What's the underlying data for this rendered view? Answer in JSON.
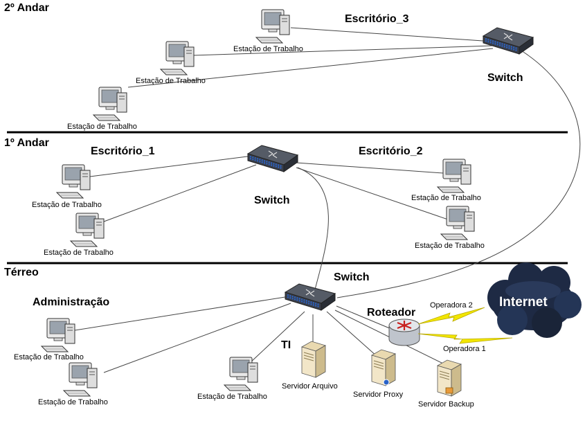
{
  "floors": {
    "second": "2º Andar",
    "first": "1º Andar",
    "ground": "Térreo"
  },
  "offices": {
    "escritorio3": "Escritório_3",
    "escritorio1": "Escritório_1",
    "escritorio2": "Escritório_2",
    "administracao": "Administração",
    "ti": "TI"
  },
  "devices": {
    "switch": "Switch",
    "workstation": "Estação de Trabalho",
    "router": "Roteador",
    "internet": "Internet",
    "operadora1": "Operadora 1",
    "operadora2": "Operadora 2",
    "servidor_arquivo": "Servidor Arquivo",
    "servidor_proxy": "Servidor Proxy",
    "servidor_backup": "Servidor Backup"
  },
  "colors": {
    "switch_body": "#3a3f4a",
    "switch_ports": "#2a63c8",
    "cloud": "#1e2a44",
    "lightning": "#f2e600",
    "router_red": "#c8201e"
  }
}
